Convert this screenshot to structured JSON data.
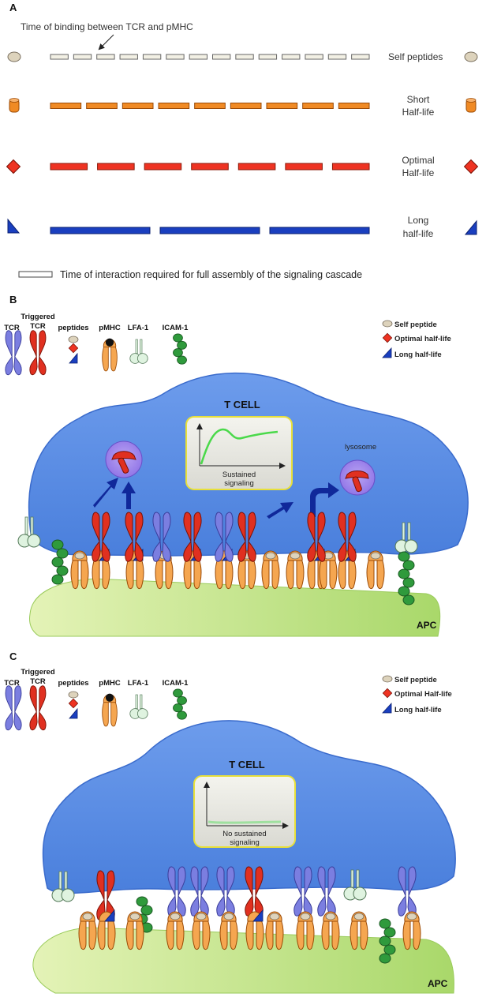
{
  "panel_a": {
    "label": "A",
    "binding_caption": "Time of binding between TCR and pMHC",
    "rows": [
      {
        "label_lines": [
          "Self peptides"
        ],
        "color": "#f2f0e4",
        "segments": 14
      },
      {
        "label_lines": [
          "Short",
          "Half-life"
        ],
        "color": "#f08a24",
        "segments": 9
      },
      {
        "label_lines": [
          "Optimal",
          "Half-life"
        ],
        "color": "#ee3322",
        "segments": 7
      },
      {
        "label_lines": [
          "Long",
          "half-life"
        ],
        "color": "#1a3fbf",
        "segments": 3
      }
    ],
    "footer": "Time of interaction required for full assembly of the signaling cascade"
  },
  "panel_b": {
    "label": "B",
    "legend": {
      "tcr": "TCR",
      "triggered_tcr_lines": [
        "Triggered",
        "TCR"
      ],
      "peptides": "peptides",
      "pmhc": "pMHC",
      "lfa1": "LFA-1",
      "icam1": "ICAM-1"
    },
    "legend_right": [
      "Self peptide",
      "Optimal half-life",
      "Long half-life"
    ],
    "cell": "T CELL",
    "lysosome": "lysosome",
    "inset_lines": [
      "Sustained",
      "signaling"
    ],
    "apc": "APC"
  },
  "panel_c": {
    "label": "C",
    "legend": {
      "tcr": "TCR",
      "triggered_tcr_lines": [
        "Triggered",
        "TCR"
      ],
      "peptides": "peptides",
      "pmhc": "pMHC",
      "lfa1": "LFA-1",
      "icam1": "ICAM-1"
    },
    "legend_right": [
      "Self peptide",
      "Optimal Half-life",
      "Long half-life"
    ],
    "cell": "T CELL",
    "inset_lines": [
      "No sustained",
      "signaling"
    ],
    "apc": "APC"
  },
  "colors": {
    "self": "#ddd3bc",
    "short": "#f08a24",
    "optimal": "#ee3322",
    "long": "#1a3fbf",
    "tcr": "#7b7ee0",
    "triggered": "#e03020",
    "mhc": "#f5a650",
    "lfa": "#dff3e0",
    "icam": "#2f9a3c",
    "cell": "#5b8fe3",
    "apc": "#c5e484"
  }
}
